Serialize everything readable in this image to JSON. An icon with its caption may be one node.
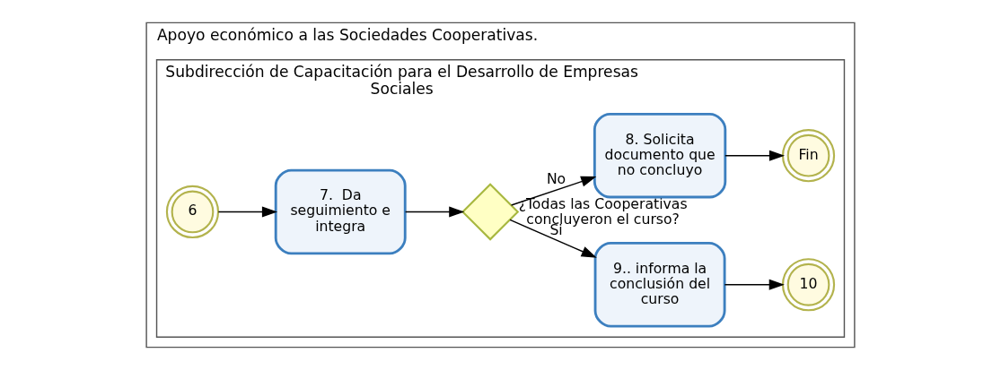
{
  "diagram": {
    "nodes": [
      {
        "text": [
          "Apoyo económico a las Sociedades Cooperativas."
        ]
      },
      {
        "text": [
          "Subdirección de Capacitación para el Desarrollo de Empresas Sociales"
        ],
        "in": 0
      },
      {
        "text": [
          "6"
        ],
        "in": 1
      },
      {
        "text": [
          "7.  Da seguimiento e integra"
        ],
        "in": 1
      },
      {
        "text": [],
        "shape": "diamond",
        "in": 1,
        "beside": [
          "¿Todas las Cooperativas concluyeron el curso?"
        ]
      },
      {
        "text": [
          "9.. informa la conclusión del curso"
        ],
        "in": 1
      },
      {
        "text": [
          "10"
        ],
        "in": 1
      },
      {
        "text": [
          "8. Solicita documento que no concluyo"
        ],
        "in": 1
      },
      {
        "text": [
          "Fin"
        ],
        "in": 1
      }
    ],
    "edges": [
      {
        "from": 2,
        "to": 3,
        "arrow": "to"
      },
      {
        "from": 3,
        "to": 4,
        "arrow": "to"
      },
      {
        "from": 4,
        "to": 5,
        "arrow": "to",
        "label": "Si"
      },
      {
        "from": 5,
        "to": 6,
        "arrow": "to"
      },
      {
        "from": 4,
        "to": 7,
        "arrow": "to",
        "label": "No"
      },
      {
        "from": 7,
        "to": 8,
        "arrow": "to"
      }
    ]
  }
}
